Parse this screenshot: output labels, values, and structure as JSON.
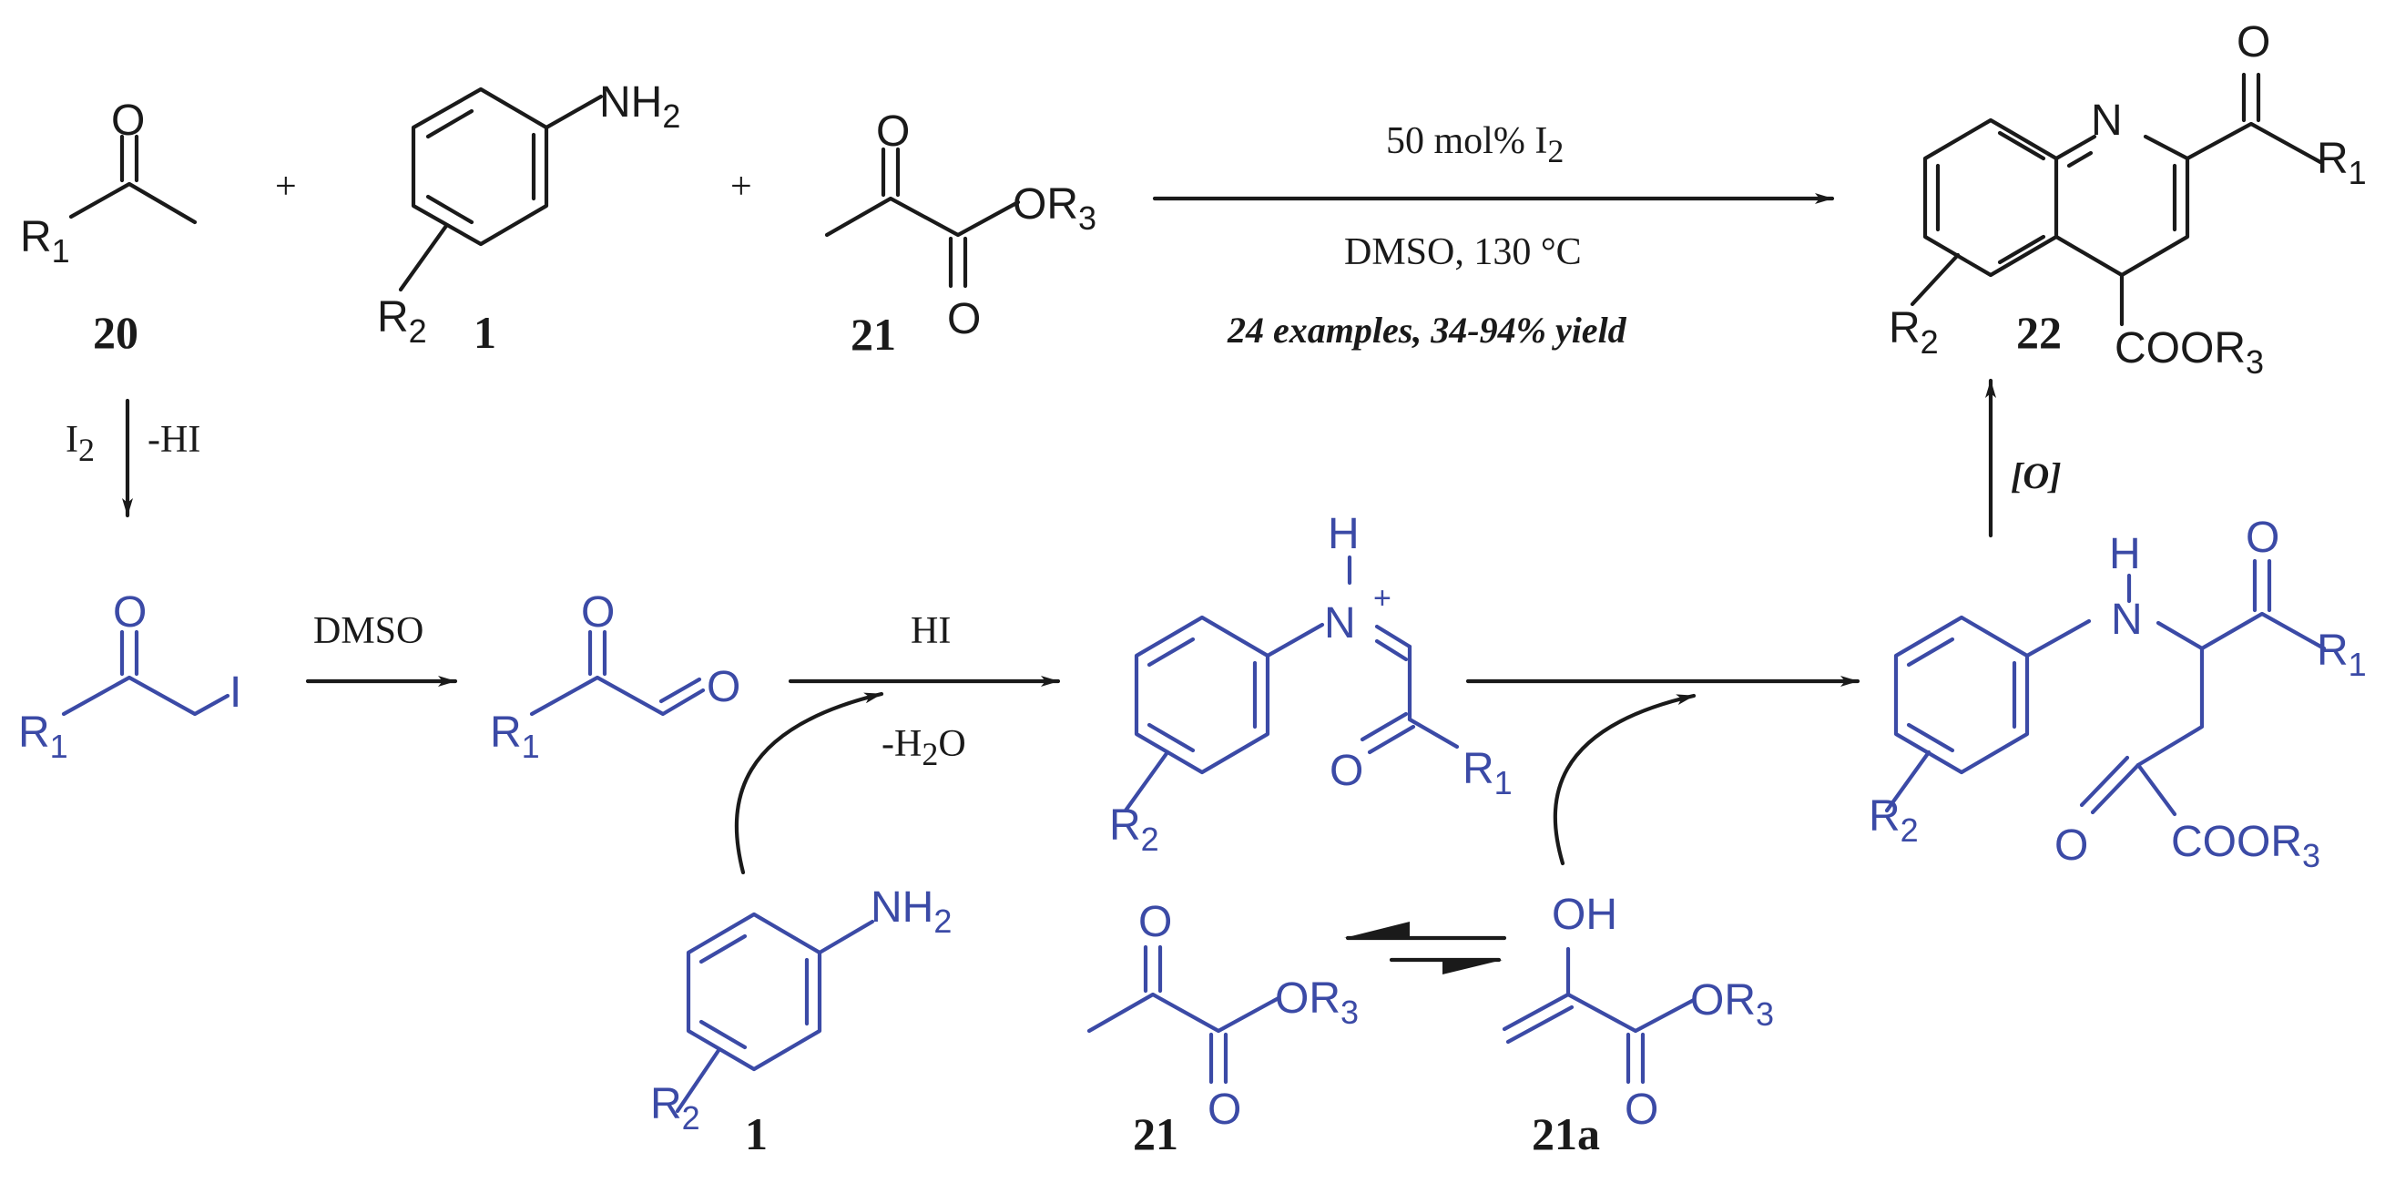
{
  "compounds": {
    "c20": "20",
    "c1_top": "1",
    "c21_top": "21",
    "c22": "22",
    "c1_bottom": "1",
    "c21_bottom": "21",
    "c21a": "21a"
  },
  "atoms": {
    "O": "O",
    "N": "N",
    "H": "H",
    "I": "I",
    "R": "R",
    "NH": "NH",
    "OH": "OH",
    "OR": "OR",
    "COOR": "COOR",
    "plus": "+",
    "charge_plus": "+",
    "sub_1": "1",
    "sub_2": "2",
    "sub_3": "3"
  },
  "conditions": {
    "catalyst_prefix": "50 mol% I",
    "catalyst_sub": "2",
    "solvent_temp": "DMSO, 130 °C",
    "scope": "24 examples, 34-94% yield",
    "step1_reagent": "I",
    "step1_reagent_sub": "2",
    "step1_byproduct": "-HI",
    "step2_reagent": "DMSO",
    "step3_reagent": "HI",
    "step3_byproduct_prefix": "-H",
    "step3_byproduct_sub": "2",
    "step3_byproduct_suffix": "O",
    "oxidation": "[O]"
  },
  "colors": {
    "reactant_black": "#1a1a1a",
    "intermediate_blue": "#3b4aa6"
  }
}
